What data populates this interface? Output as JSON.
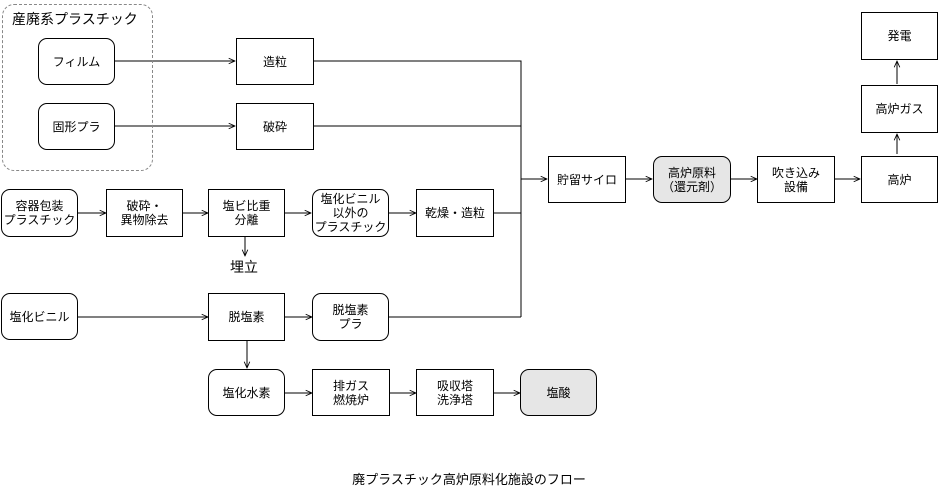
{
  "group": {
    "label": "産廃系プラスチック"
  },
  "nodes": {
    "film": "フィルム",
    "solid_plastic": "固形プラ",
    "granulation": "造粒",
    "crushing": "破砕",
    "container_packaging": "容器包装\nプラスチック",
    "crush_remove": "破砕・\n異物除去",
    "pvc_gravity_sep": "塩ビ比重\n分離",
    "non_pvc_plastic": "塩化ビニル\n以外の\nプラスチック",
    "dry_granulation": "乾燥・造粒",
    "landfill": "埋立",
    "pvc": "塩化ビニル",
    "dechlorination": "脱塩素",
    "dechlorinated_plastic": "脱塩素\nプラ",
    "hydrogen_chloride": "塩化水素",
    "exhaust_combustion": "排ガス\n燃焼炉",
    "absorption_wash": "吸収塔\n洗浄塔",
    "hydrochloric_acid": "塩酸",
    "storage_silo": "貯留サイロ",
    "bf_feedstock": "高炉原料\n（還元剤）",
    "injection": "吹き込み\n設備",
    "blast_furnace": "高炉",
    "bf_gas": "高炉ガス",
    "power_gen": "発電"
  },
  "caption": "廃プラスチック高炉原料化施設のフロー"
}
